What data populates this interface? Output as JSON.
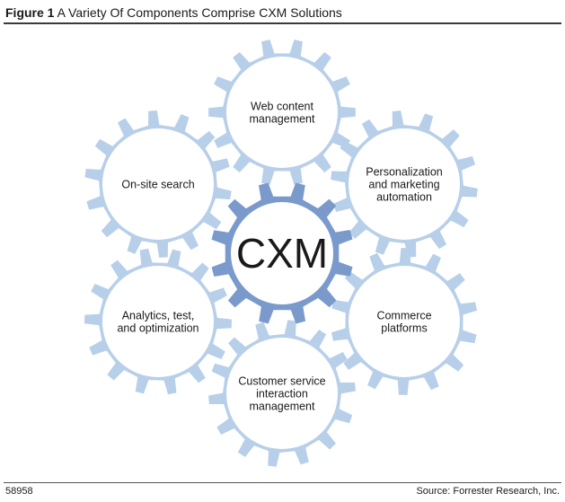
{
  "header": {
    "figure_label": "Figure 1",
    "title": "A Variety Of Components Comprise CXM Solutions"
  },
  "hub": {
    "label": "CXM",
    "color": "#7b9acc"
  },
  "gear_color": "#b7cfe9",
  "components": [
    {
      "id": "web-content-management",
      "lines": [
        "Web content",
        "management"
      ]
    },
    {
      "id": "personalization-marketing-automation",
      "lines": [
        "Personalization",
        "and marketing",
        "automation"
      ]
    },
    {
      "id": "commerce-platforms",
      "lines": [
        "Commerce",
        "platforms"
      ]
    },
    {
      "id": "customer-service-interaction-management",
      "lines": [
        "Customer service",
        "interaction",
        "management"
      ]
    },
    {
      "id": "analytics-test-optimization",
      "lines": [
        "Analytics, test,",
        "and optimization"
      ]
    },
    {
      "id": "on-site-search",
      "lines": [
        "On-site search"
      ]
    }
  ],
  "footer": {
    "figure_id": "58958",
    "source": "Source: Forrester Research, Inc."
  }
}
